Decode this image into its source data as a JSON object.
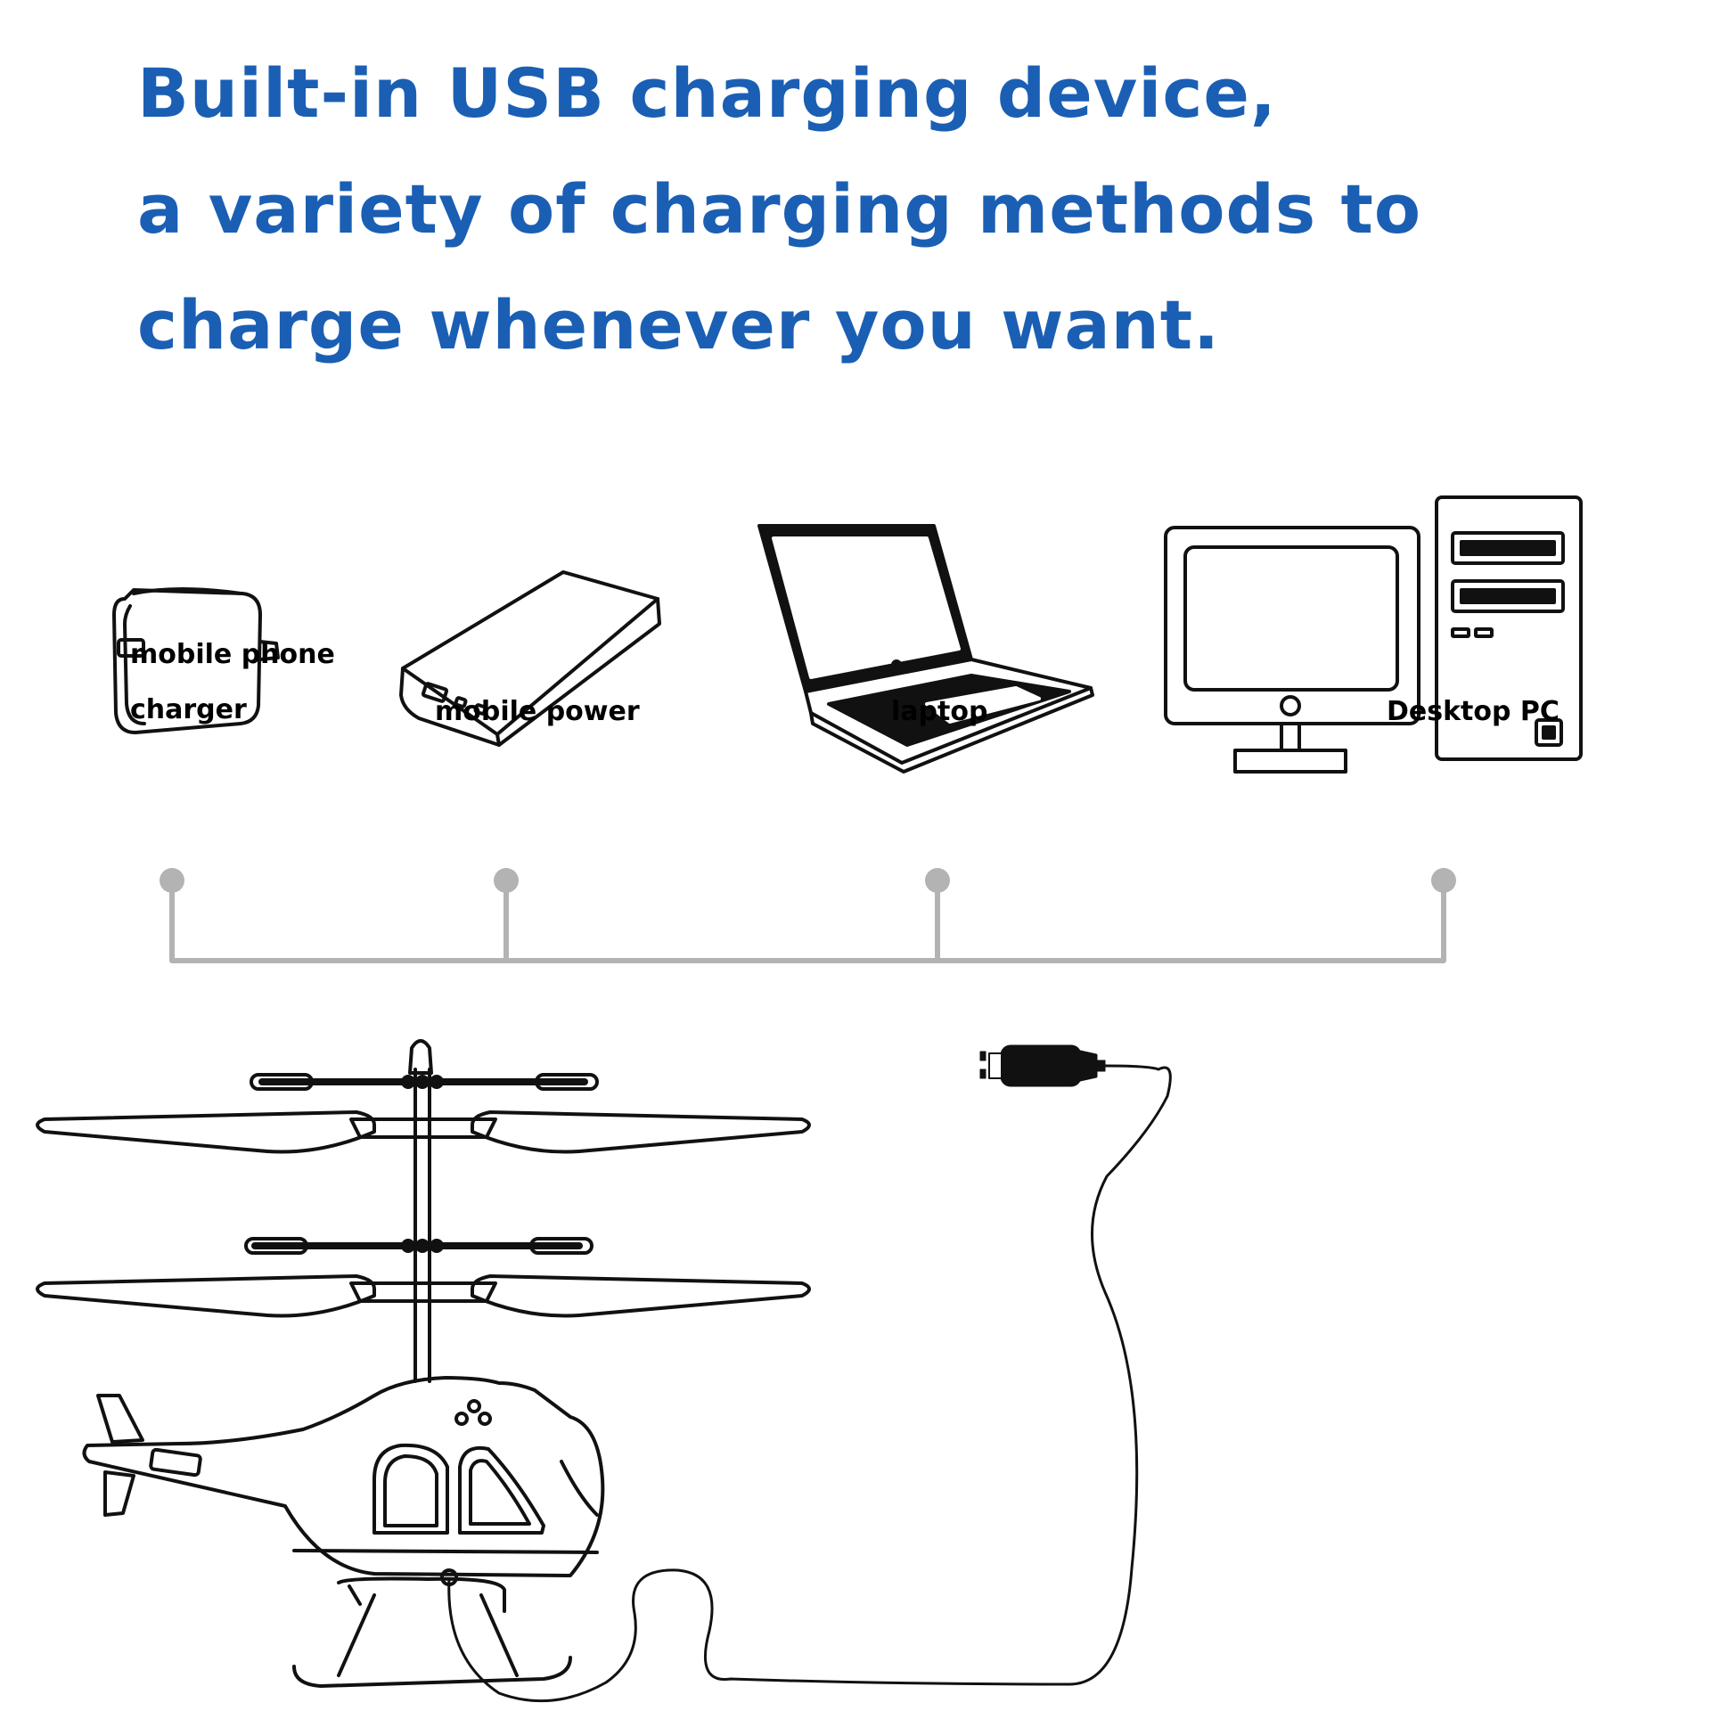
{
  "headline": {
    "line1": "Built-in USB charging device,",
    "line2": "a variety of charging methods to",
    "line3": "charge whenever you want."
  },
  "devices": [
    {
      "icon": "wall-charger-icon",
      "label_line1": "mobile phone",
      "label_line2": "charger"
    },
    {
      "icon": "power-bank-icon",
      "label_line1": "mobile power"
    },
    {
      "icon": "laptop-icon",
      "label_line1": "laptop"
    },
    {
      "icon": "desktop-pc-icon",
      "label_line1": "Desktop PC"
    }
  ],
  "colors": {
    "headline": "#1a5fb4",
    "connector": "#b3b3b3",
    "line_art": "#111111"
  },
  "illustration": {
    "icons": [
      "helicopter-icon",
      "usb-cable-icon",
      "usb-plug-icon"
    ]
  }
}
